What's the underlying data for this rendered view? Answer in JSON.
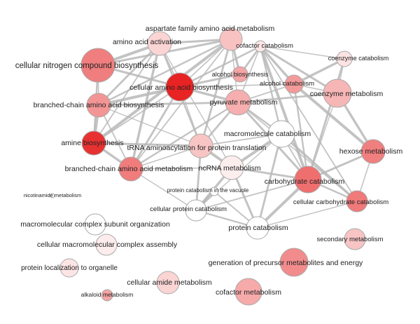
{
  "network": {
    "nodes": [
      {
        "id": "aspartate",
        "label": "aspartate family amino acid metabolism",
        "fill": "#f8c2c2"
      },
      {
        "id": "aa_activation",
        "label": "amino acid activation",
        "fill": "#fbd4d4"
      },
      {
        "id": "cofactor_cat",
        "label": "cofactor catabolism",
        "fill": "#fde6e6"
      },
      {
        "id": "coenzyme_cat",
        "label": "coenzyme catabolism",
        "fill": "#fde3e3"
      },
      {
        "id": "cell_nitrogen",
        "label": "cellular nitrogen compound biosynthesis",
        "fill": "#f07e7e"
      },
      {
        "id": "alcohol_bio",
        "label": "alcohol biosynthesis",
        "fill": "#f4a5a5"
      },
      {
        "id": "alcohol_cat",
        "label": "alcohol catabolism",
        "fill": "#f39a9a"
      },
      {
        "id": "cell_aa_bio",
        "label": "cellular amino acid biosynthesis",
        "fill": "#e82323"
      },
      {
        "id": "coenzyme_met",
        "label": "coenzyme metabolism",
        "fill": "#f7b6b6"
      },
      {
        "id": "bcaa_bio",
        "label": "branched-chain amino acid biosynthesis",
        "fill": "#f39595"
      },
      {
        "id": "pyruvate",
        "label": "pyruvate metabolism",
        "fill": "#f6aeae"
      },
      {
        "id": "macromol_cat",
        "label": "macromolecule catabolism",
        "fill": "#ffffff"
      },
      {
        "id": "amine_bio",
        "label": "amine biosynthesis",
        "fill": "#e83131"
      },
      {
        "id": "trna",
        "label": "tRNA aminoacylation for protein translation",
        "fill": "#f8c4c4"
      },
      {
        "id": "hexose",
        "label": "hexose metabolism",
        "fill": "#f07f7f"
      },
      {
        "id": "bcaa_met",
        "label": "branched-chain amino acid metabolism",
        "fill": "#f07c7c"
      },
      {
        "id": "ncrna",
        "label": "ncRNA metabolism",
        "fill": "#fdeeee"
      },
      {
        "id": "carb_cat",
        "label": "carbohydrate catabolism",
        "fill": "#ef6f6f"
      },
      {
        "id": "prot_cat_vac",
        "label": "protein catabolism in the vacuole",
        "fill": "#ffffff"
      },
      {
        "id": "cell_carb_cat",
        "label": "cellular carbohydrate catabolism",
        "fill": "#f07979"
      },
      {
        "id": "nicotinamide",
        "label": "nicotinamide metabolism",
        "fill": "#ffffff"
      },
      {
        "id": "cell_prot_cat",
        "label": "cellular protein catabolism",
        "fill": "#ffffff"
      },
      {
        "id": "macro_org",
        "label": "macromolecular complex subunit organization",
        "fill": "#ffffff"
      },
      {
        "id": "prot_cat",
        "label": "protein catabolism",
        "fill": "#ffffff"
      },
      {
        "id": "cell_macro_assembly",
        "label": "cellular macromolecular complex assembly",
        "fill": "#fdecec"
      },
      {
        "id": "secondary",
        "label": "secondary metabolism",
        "fill": "#f8c4c4"
      },
      {
        "id": "gen_precursor",
        "label": "generation of precursor metabolites and energy",
        "fill": "#f28c8c"
      },
      {
        "id": "prot_local",
        "label": "protein localization to organelle",
        "fill": "#fde5e5"
      },
      {
        "id": "cell_amide",
        "label": "cellular amide metabolism",
        "fill": "#fbd4d4"
      },
      {
        "id": "cofactor_met",
        "label": "cofactor metabolism",
        "fill": "#f6aaaa"
      },
      {
        "id": "alkaloid",
        "label": "alkaloid metabolism",
        "fill": "#f4a5a5"
      }
    ],
    "edges": [
      [
        "aspartate",
        "aa_activation"
      ],
      [
        "aspartate",
        "cell_aa_bio"
      ],
      [
        "aspartate",
        "bcaa_bio"
      ],
      [
        "aspartate",
        "amine_bio"
      ],
      [
        "aspartate",
        "bcaa_met"
      ],
      [
        "aspartate",
        "trna"
      ],
      [
        "aspartate",
        "pyruvate"
      ],
      [
        "aspartate",
        "alcohol_bio"
      ],
      [
        "aspartate",
        "cell_nitrogen"
      ],
      [
        "aa_activation",
        "cell_aa_bio"
      ],
      [
        "aa_activation",
        "trna"
      ],
      [
        "aa_activation",
        "cell_nitrogen"
      ],
      [
        "aa_activation",
        "amine_bio"
      ],
      [
        "aa_activation",
        "bcaa_bio"
      ],
      [
        "aa_activation",
        "ncrna"
      ],
      [
        "aa_activation",
        "bcaa_met"
      ],
      [
        "cell_nitrogen",
        "cell_aa_bio"
      ],
      [
        "cell_nitrogen",
        "bcaa_bio"
      ],
      [
        "cell_nitrogen",
        "amine_bio"
      ],
      [
        "cell_aa_bio",
        "bcaa_bio"
      ],
      [
        "cell_aa_bio",
        "amine_bio"
      ],
      [
        "cell_aa_bio",
        "bcaa_met"
      ],
      [
        "cell_aa_bio",
        "trna"
      ],
      [
        "cell_aa_bio",
        "pyruvate"
      ],
      [
        "cell_aa_bio",
        "alcohol_bio"
      ],
      [
        "cell_aa_bio",
        "alcohol_cat"
      ],
      [
        "cell_aa_bio",
        "cofactor_cat"
      ],
      [
        "bcaa_bio",
        "amine_bio"
      ],
      [
        "bcaa_bio",
        "bcaa_met"
      ],
      [
        "bcaa_bio",
        "pyruvate"
      ],
      [
        "bcaa_bio",
        "trna"
      ],
      [
        "amine_bio",
        "bcaa_met"
      ],
      [
        "amine_bio",
        "trna"
      ],
      [
        "bcaa_met",
        "trna"
      ],
      [
        "bcaa_met",
        "pyruvate"
      ],
      [
        "trna",
        "ncrna"
      ],
      [
        "trna",
        "macromol_cat"
      ],
      [
        "trna",
        "pyruvate"
      ],
      [
        "cofactor_cat",
        "coenzyme_cat"
      ],
      [
        "cofactor_cat",
        "alcohol_cat"
      ],
      [
        "cofactor_cat",
        "coenzyme_met"
      ],
      [
        "cofactor_cat",
        "pyruvate"
      ],
      [
        "cofactor_cat",
        "macromol_cat"
      ],
      [
        "cofactor_cat",
        "carb_cat"
      ],
      [
        "cofactor_cat",
        "cell_carb_cat"
      ],
      [
        "cofactor_cat",
        "alcohol_bio"
      ],
      [
        "coenzyme_cat",
        "coenzyme_met"
      ],
      [
        "coenzyme_cat",
        "alcohol_cat"
      ],
      [
        "coenzyme_cat",
        "carb_cat"
      ],
      [
        "alcohol_cat",
        "coenzyme_met"
      ],
      [
        "alcohol_cat",
        "carb_cat"
      ],
      [
        "alcohol_cat",
        "hexose"
      ],
      [
        "alcohol_cat",
        "pyruvate"
      ],
      [
        "coenzyme_met",
        "pyruvate"
      ],
      [
        "coenzyme_met",
        "carb_cat"
      ],
      [
        "coenzyme_met",
        "hexose"
      ],
      [
        "pyruvate",
        "carb_cat"
      ],
      [
        "pyruvate",
        "cell_carb_cat"
      ],
      [
        "pyruvate",
        "macromol_cat"
      ],
      [
        "macromol_cat",
        "ncrna"
      ],
      [
        "macromol_cat",
        "carb_cat"
      ],
      [
        "macromol_cat",
        "prot_cat"
      ],
      [
        "macromol_cat",
        "cell_prot_cat"
      ],
      [
        "macromol_cat",
        "cell_carb_cat"
      ],
      [
        "hexose",
        "carb_cat"
      ],
      [
        "hexose",
        "cell_carb_cat"
      ],
      [
        "carb_cat",
        "cell_carb_cat"
      ],
      [
        "carb_cat",
        "prot_cat"
      ],
      [
        "carb_cat",
        "cell_prot_cat"
      ],
      [
        "carb_cat",
        "ncrna"
      ],
      [
        "cell_carb_cat",
        "prot_cat"
      ],
      [
        "ncrna",
        "cell_prot_cat"
      ],
      [
        "ncrna",
        "prot_cat"
      ],
      [
        "ncrna",
        "bcaa_met"
      ],
      [
        "cell_prot_cat",
        "prot_cat"
      ],
      [
        "cell_prot_cat",
        "prot_cat_vac"
      ],
      [
        "prot_cat",
        "prot_cat_vac"
      ],
      [
        "trna",
        "cell_prot_cat"
      ],
      [
        "bcaa_met",
        "cell_prot_cat"
      ]
    ]
  }
}
